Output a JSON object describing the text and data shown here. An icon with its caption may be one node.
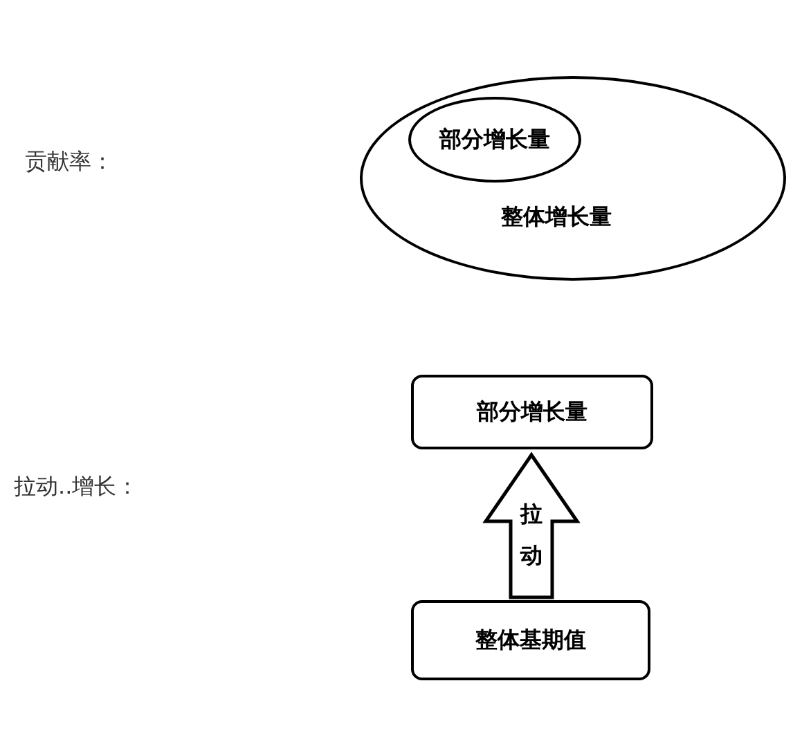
{
  "diagram": {
    "nodes": [
      {
        "text": [
          "整体增长量"
        ]
      },
      {
        "text": [
          "部分增长量"
        ],
        "in": 0
      },
      {
        "text": [
          "部分增长量"
        ]
      },
      {
        "text": [
          "整体基期值"
        ]
      }
    ],
    "edges": [
      {
        "from": 3,
        "to": 2,
        "arrow": "to",
        "label": "拉动"
      }
    ],
    "labels": [
      "贡献率：",
      "拉动..增长："
    ]
  }
}
